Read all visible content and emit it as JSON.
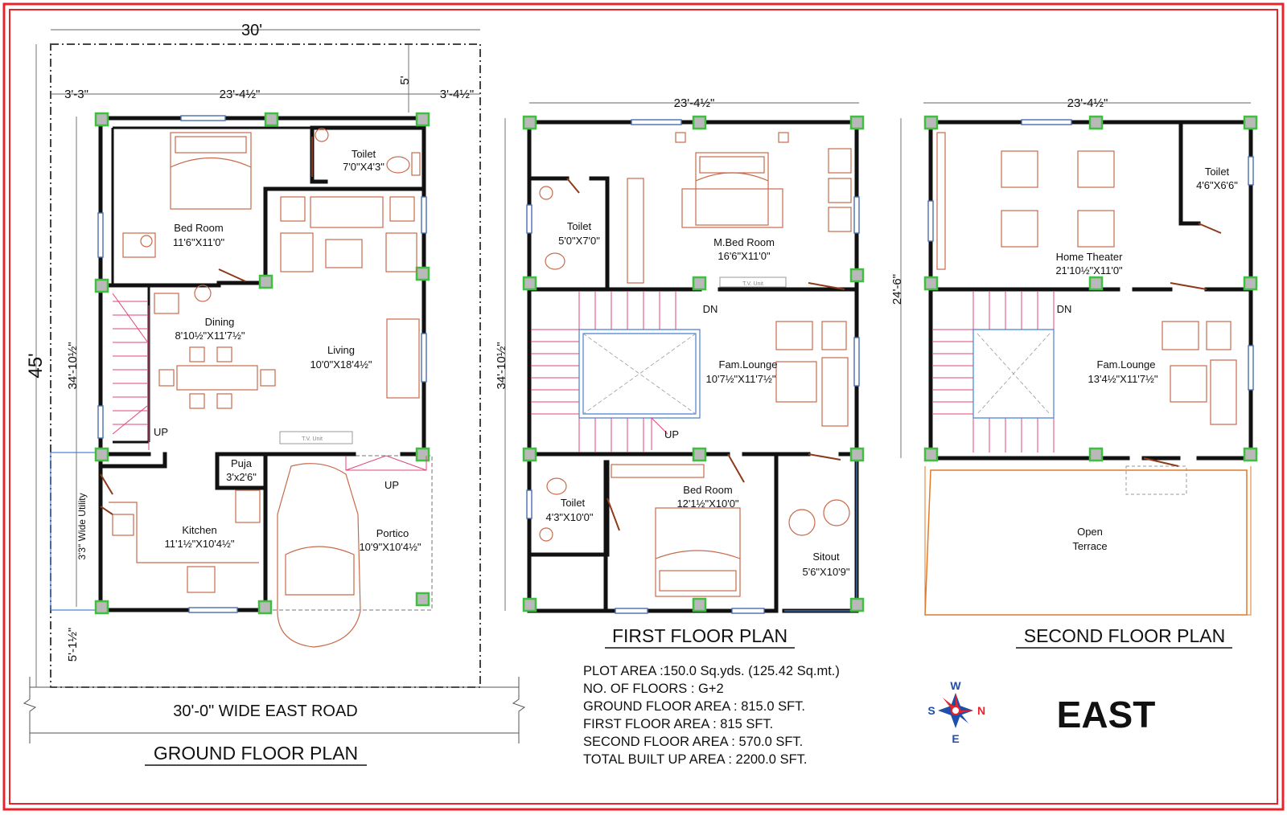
{
  "ground_floor": {
    "title": "GROUND FLOOR PLAN",
    "plot_width": "30'",
    "plot_depth": "45'",
    "side_left": "3'-3\"",
    "inner_width": "23'-4½\"",
    "side_right": "3'-4½\"",
    "front_setback": "5'",
    "inner_depth": "34'-10½\"",
    "rear_setback": "5'-1½\"",
    "utility": "3'3\" Wide Utility",
    "road": "30'-0\" WIDE EAST ROAD",
    "rooms": {
      "bedroom": {
        "name": "Bed Room",
        "size": "11'6\"X11'0\""
      },
      "toilet": {
        "name": "Toilet",
        "size": "7'0\"X4'3\""
      },
      "dining": {
        "name": "Dining",
        "size": "8'10½\"X11'7½\""
      },
      "living": {
        "name": "Living",
        "size": "10'0\"X18'4½\""
      },
      "puja": {
        "name": "Puja",
        "size": "3'x2'6\""
      },
      "kitchen": {
        "name": "Kitchen",
        "size": "11'1½\"X10'4½\""
      },
      "portico": {
        "name": "Portico",
        "size": "10'9\"X10'4½\""
      }
    },
    "up1": "UP",
    "up2": "UP",
    "tv": "T.V. Unit"
  },
  "first_floor": {
    "title": "FIRST FLOOR PLAN",
    "inner_width": "23'-4½\"",
    "inner_depth": "34'-10½\"",
    "rooms": {
      "toilet1": {
        "name": "Toilet",
        "size": "5'0\"X7'0\""
      },
      "mbed": {
        "name": "M.Bed Room",
        "size": "16'6\"X11'0\""
      },
      "lounge": {
        "name": "Fam.Lounge",
        "size": "10'7½\"X11'7½\""
      },
      "toilet2": {
        "name": "Toilet",
        "size": "4'3\"X10'0\""
      },
      "bed": {
        "name": "Bed Room",
        "size": "12'1½\"X10'0\""
      },
      "sitout": {
        "name": "Sitout",
        "size": "5'6\"X10'9\""
      }
    },
    "dn": "DN",
    "up": "UP",
    "tv": "T.V. Unit"
  },
  "second_floor": {
    "title": "SECOND FLOOR PLAN",
    "inner_width": "23'-4½\"",
    "inner_depth": "24'-6\"",
    "rooms": {
      "toilet": {
        "name": "Toilet",
        "size": "4'6\"X6'6\""
      },
      "theater": {
        "name": "Home Theater",
        "size": "21'10½\"X11'0\""
      },
      "lounge": {
        "name": "Fam.Lounge",
        "size": "13'4½\"X11'7½\""
      },
      "terrace": {
        "name": "Open",
        "size": "Terrace"
      }
    },
    "dn": "DN"
  },
  "info": [
    "PLOT AREA :150.0 Sq.yds. (125.42 Sq.mt.)",
    "NO. OF FLOORS : G+2",
    "GROUND FLOOR AREA : 815.0 SFT.",
    "FIRST FLOOR AREA : 815 SFT.",
    "SECOND FLOOR AREA : 570.0 SFT.",
    "TOTAL BUILT UP AREA : 2200.0 SFT."
  ],
  "compass": {
    "w": "W",
    "s": "S",
    "n": "N",
    "e": "E"
  },
  "facing": "EAST",
  "colors": {
    "border": "#e8242b",
    "wall": "#111111",
    "column_edge": "#3fbf3f",
    "furniture": "#c86a4a",
    "stairs": "#e0457a",
    "window": "#4a6fb0"
  }
}
